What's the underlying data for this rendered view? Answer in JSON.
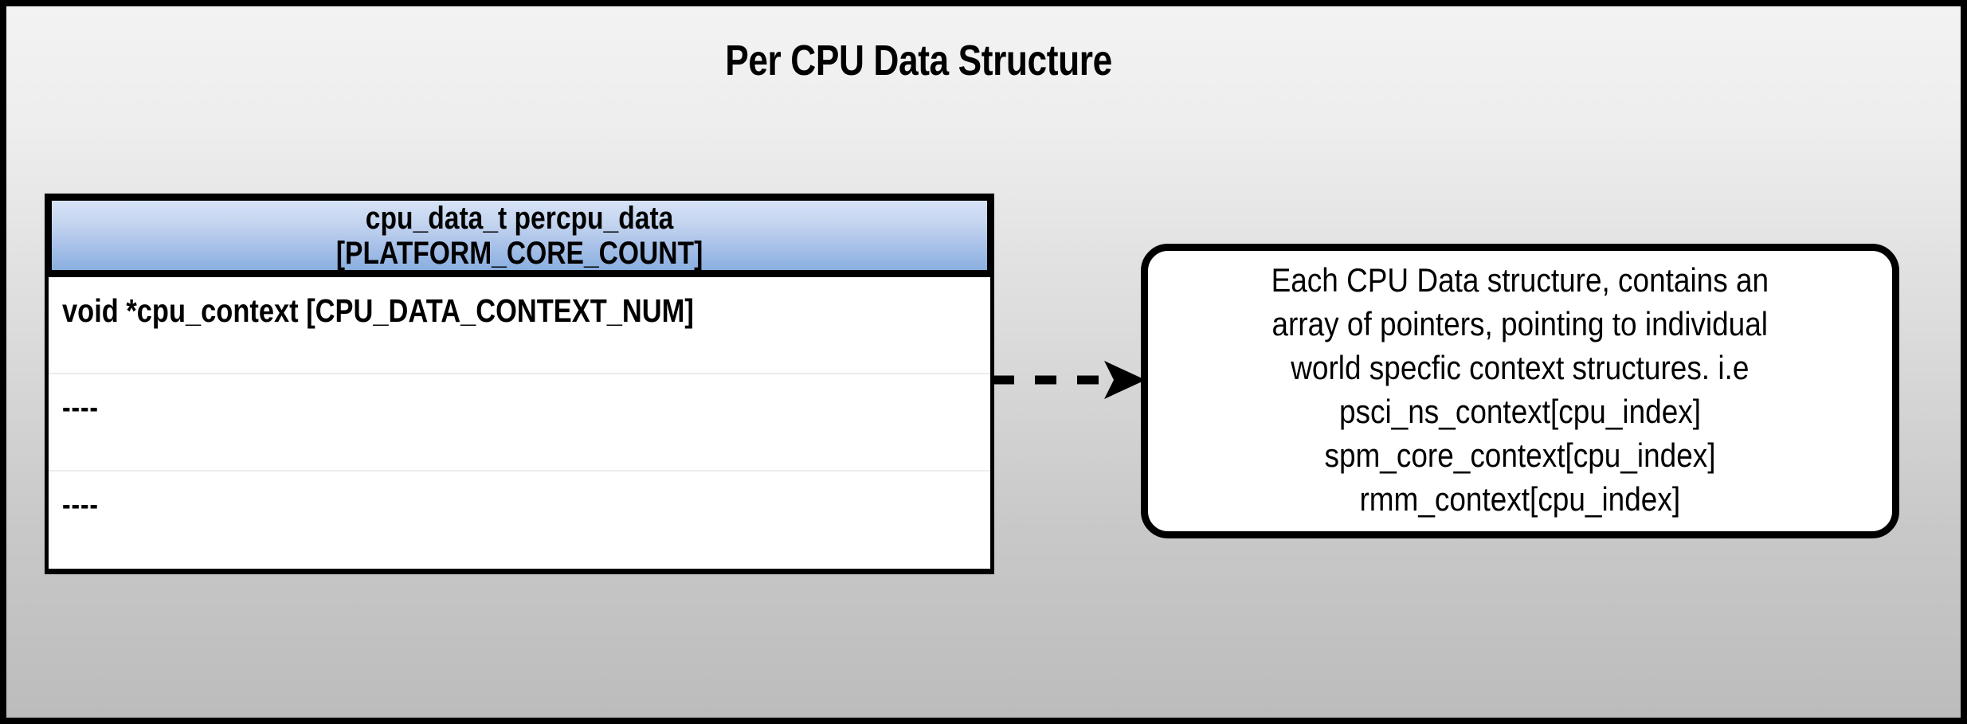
{
  "diagram": {
    "title": "Per CPU Data Structure",
    "background": {
      "gradient_top": "#f3f3f3",
      "gradient_bottom": "#bcbcbc",
      "border_color": "#000000"
    }
  },
  "struct_table": {
    "header": {
      "line1": "cpu_data_t percpu_data",
      "line2": "[PLATFORM_CORE_COUNT]",
      "fill_top": "#d6e2f6",
      "fill_bottom": "#8aafe0"
    },
    "rows": [
      {
        "text": "void *cpu_context [CPU_DATA_CONTEXT_NUM]"
      },
      {
        "text": "----"
      },
      {
        "text": "----"
      }
    ]
  },
  "connector": {
    "style": "dashed-arrow",
    "direction": "right",
    "color": "#000000",
    "dash_count": 3
  },
  "note": {
    "lines": [
      "Each CPU Data structure, contains an",
      "array of pointers, pointing to individual",
      "world specfic context structures. i.e",
      "psci_ns_context[cpu_index]",
      "spm_core_context[cpu_index]",
      "rmm_context[cpu_index]"
    ],
    "fill": "#ffffff",
    "border_color": "#000000"
  }
}
